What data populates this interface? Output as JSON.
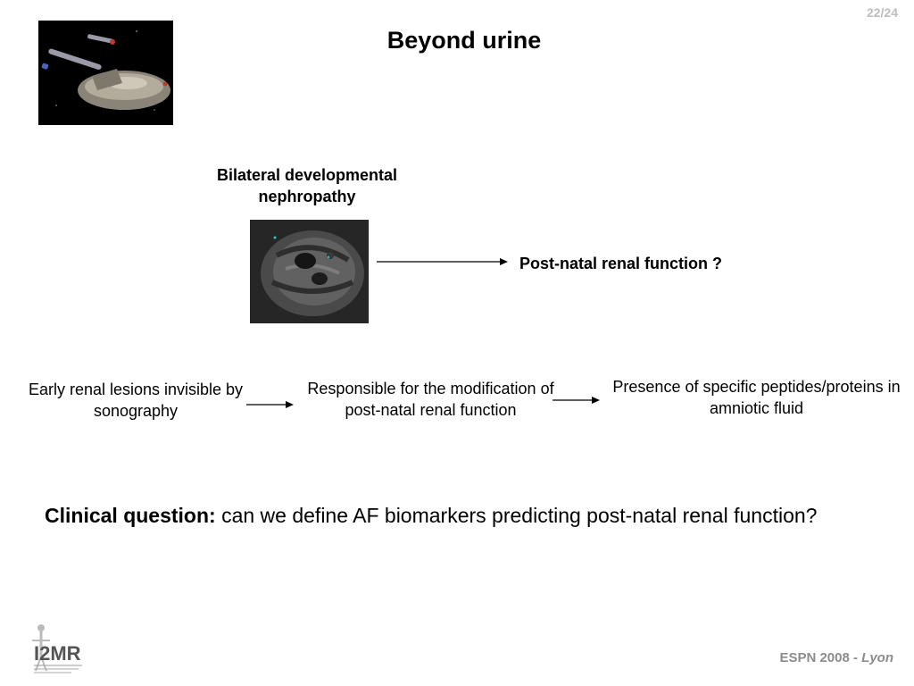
{
  "slide": {
    "page_number": "22/24",
    "title": "Beyond urine",
    "heading": "Bilateral developmental nephropathy",
    "outcome": "Post-natal renal function ?",
    "flow": {
      "step1": "Early renal lesions invisible by sonography",
      "step2": "Responsible for the modification of post-natal renal function",
      "step3": "Presence of specific peptides/proteins in amniotic fluid"
    },
    "clinical": {
      "label": "Clinical question:",
      "text": " can we define AF biomarkers predicting post-natal renal function?"
    },
    "footer": {
      "event": "ESPN 2008 - ",
      "city": "Lyon"
    },
    "logo": {
      "acronym": "I2MR"
    }
  },
  "colors": {
    "page_number": "#bdbdbd",
    "footer": "#8c8c8c",
    "text": "#000000"
  },
  "icons": {
    "starship": "starship-image",
    "ultrasound": "ultrasound-scan-image",
    "logo": "i2mr-logo"
  }
}
